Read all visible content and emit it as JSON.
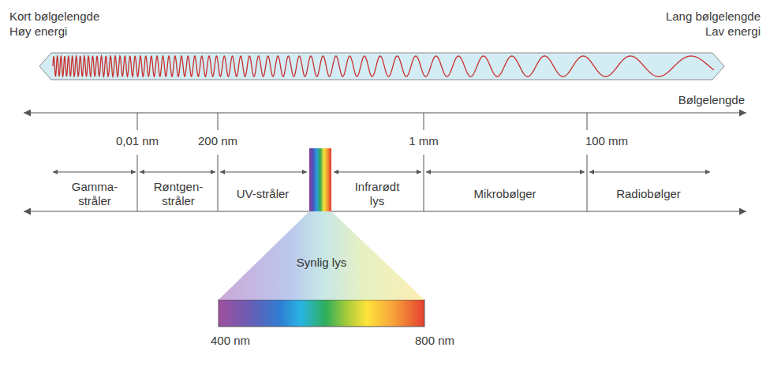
{
  "diagram": {
    "nodes": [
      {
        "text": [
          "Synlig lys"
        ]
      }
    ],
    "labels": [
      "Kort bølgelengde",
      "Høy energi",
      "Lang bølgelengde",
      "Lav energi",
      "Bølgelengde",
      "0,01 nm",
      "200 nm",
      "1 mm",
      "100 mm",
      "Gamma- stråler",
      "Røntgen- stråler",
      "UV-stråler",
      "Infrarødt lys",
      "Mikrobølger",
      "Radiobølger",
      "400 nm",
      "800 nm"
    ]
  }
}
